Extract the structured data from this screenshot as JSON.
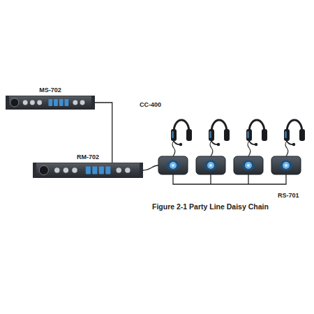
{
  "diagram": {
    "caption": "Figure 2-1 Party Line Daisy Chain",
    "nodes": [
      {
        "text": [
          "MS-702"
        ]
      },
      {
        "text": [
          "RM-702"
        ]
      }
    ],
    "edges": [
      {
        "from": 0,
        "to": 1,
        "arrow": "none"
      }
    ],
    "labels": [
      "CC-400",
      "RS-701"
    ]
  }
}
